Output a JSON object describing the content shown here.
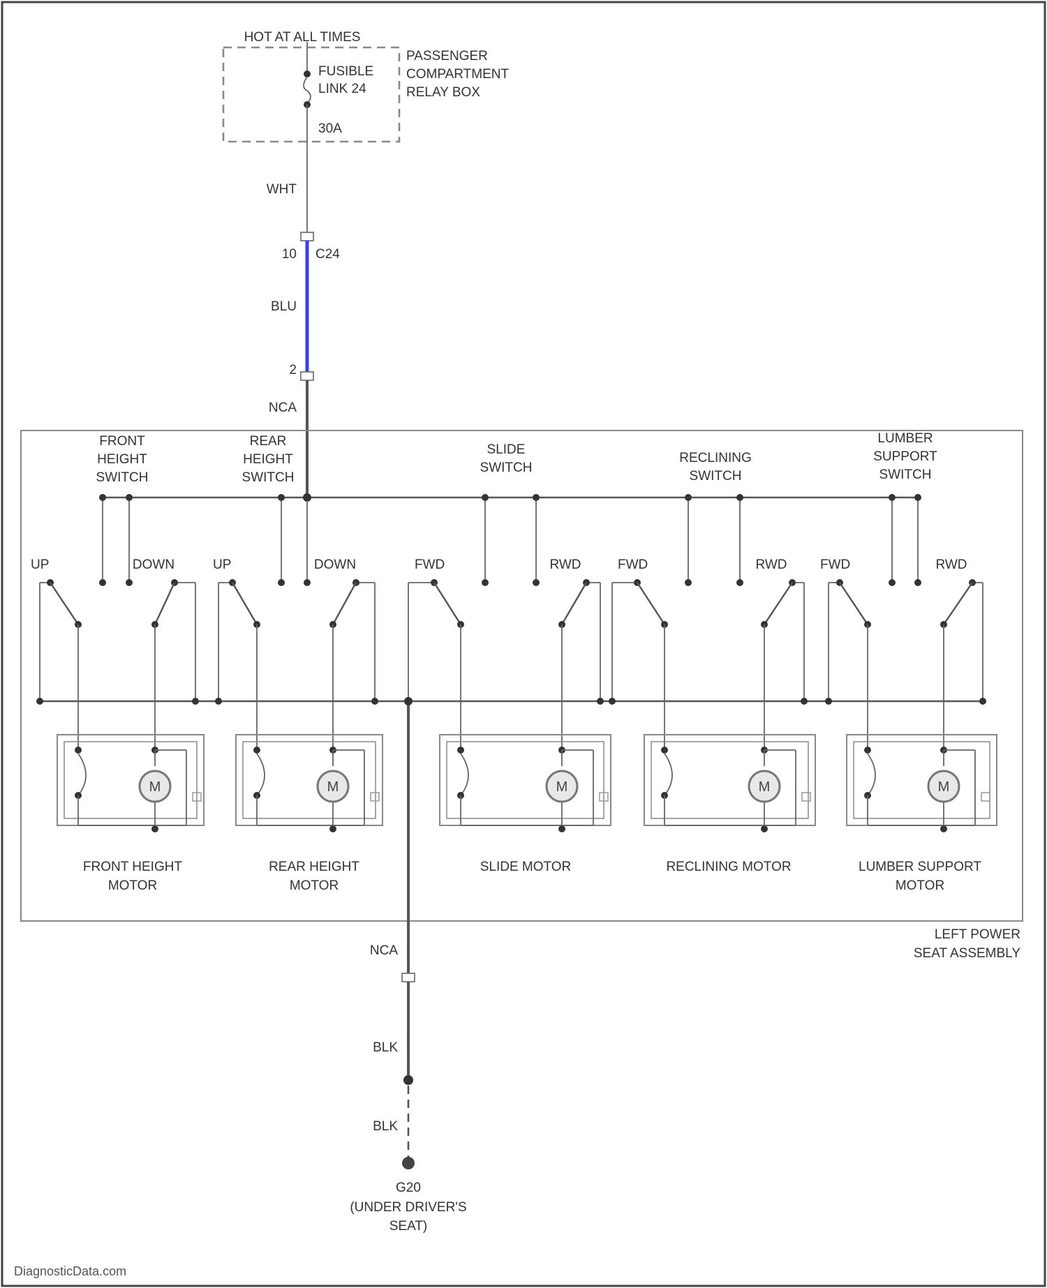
{
  "top": {
    "hot_label": "HOT AT ALL TIMES",
    "fuse_label_1": "FUSIBLE",
    "fuse_label_2": "LINK 24",
    "fuse_rating": "30A",
    "relay_box_1": "PASSENGER",
    "relay_box_2": "COMPARTMENT",
    "relay_box_3": "RELAY BOX"
  },
  "feed": {
    "wire_1": "WHT",
    "pin_top": "10",
    "connector": "C24",
    "wire_2": "BLU",
    "pin_bottom": "2",
    "nca_top": "NCA",
    "wire_2_color": "#3b3bff"
  },
  "switches": [
    {
      "line1": "FRONT",
      "line2": "HEIGHT",
      "line3": "SWITCH",
      "left": "UP",
      "right": "DOWN"
    },
    {
      "line1": "REAR",
      "line2": "HEIGHT",
      "line3": "SWITCH",
      "left": "UP",
      "right": "DOWN"
    },
    {
      "line1": "SLIDE",
      "line2": "SWITCH",
      "left": "FWD",
      "right": "RWD"
    },
    {
      "line1": "RECLINING",
      "line2": "SWITCH",
      "left": "FWD",
      "right": "RWD"
    },
    {
      "line1": "LUMBER",
      "line2": "SUPPORT",
      "line3": "SWITCH",
      "left": "FWD",
      "right": "RWD"
    }
  ],
  "motors": [
    {
      "line1": "FRONT HEIGHT",
      "line2": "MOTOR",
      "symbol": "M"
    },
    {
      "line1": "REAR HEIGHT",
      "line2": "MOTOR",
      "symbol": "M"
    },
    {
      "line1": "SLIDE MOTOR",
      "symbol": "M"
    },
    {
      "line1": "RECLINING MOTOR",
      "symbol": "M"
    },
    {
      "line1": "LUMBER SUPPORT",
      "line2": "MOTOR",
      "symbol": "M"
    }
  ],
  "assembly": {
    "line1": "LEFT POWER",
    "line2": "SEAT ASSEMBLY"
  },
  "ground": {
    "nca_bottom": "NCA",
    "wire_3": "BLK",
    "wire_4": "BLK",
    "ground_id": "G20",
    "ground_loc_1": "(UNDER DRIVER'S",
    "ground_loc_2": "SEAT)"
  },
  "watermark": "DiagnosticData.com"
}
